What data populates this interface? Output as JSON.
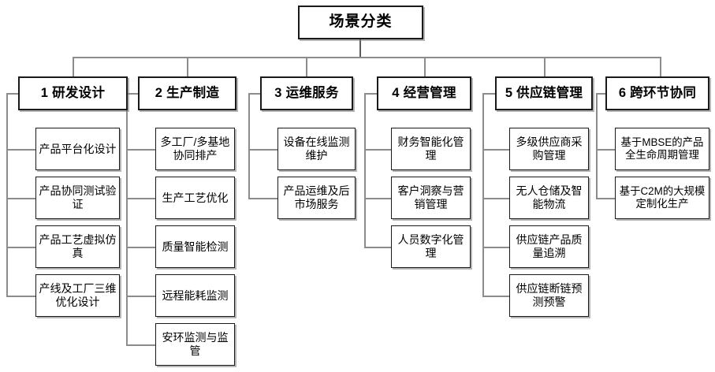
{
  "diagram": {
    "title": "场景分类",
    "root": {
      "label": "场景分类"
    },
    "columns": [
      {
        "id": "col-1",
        "header": "1 研发设计",
        "items": [
          "产品平台化设计",
          "产品协同测试验证",
          "产品工艺虚拟仿真",
          "产线及工厂三维优化设计"
        ]
      },
      {
        "id": "col-2",
        "header": "2 生产制造",
        "items": [
          "多工厂/多基地协同排产",
          "生产工艺优化",
          "质量智能检测",
          "远程能耗监测",
          "安环监测与监管"
        ]
      },
      {
        "id": "col-3",
        "header": "3 运维服务",
        "items": [
          "设备在线监测维护",
          "产品运维及后市场服务"
        ]
      },
      {
        "id": "col-4",
        "header": "4 经营管理",
        "items": [
          "财务智能化管理",
          "客户洞察与营销管理",
          "人员数字化管理"
        ]
      },
      {
        "id": "col-5",
        "header": "5 供应链管理",
        "items": [
          "多级供应商采购管理",
          "无人仓储及智能物流",
          "供应链产品质量追溯",
          "供应链断链预测预警"
        ]
      },
      {
        "id": "col-6",
        "header": "6 跨环节协同",
        "items": [
          "基于MBSE的产品全生命周期管理",
          "基于C2M的大规模定制化生产"
        ]
      }
    ],
    "colors": {
      "box_border": "#1a1a1a",
      "connector": "#8c8c8c",
      "text": "#000000",
      "background": "#ffffff"
    }
  }
}
